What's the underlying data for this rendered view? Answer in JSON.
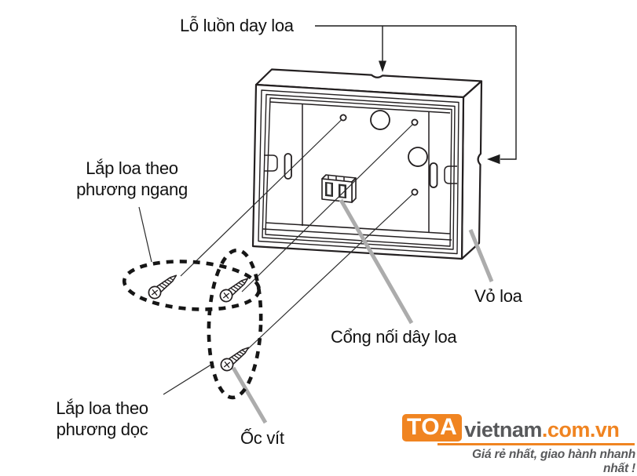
{
  "diagram": {
    "labels": {
      "wire_hole": "Lỗ luồn day loa",
      "mount_horizontal_line1": "Lắp loa theo",
      "mount_horizontal_line2": "phương ngang",
      "mount_vertical_line1": "Lắp loa theo",
      "mount_vertical_line2": "phương dọc",
      "screws": "Ốc vít",
      "wire_connector": "Cổng nối dây loa",
      "shell": "Vỏ loa"
    }
  },
  "branding": {
    "logo_prefix": "TOA",
    "logo_name": "vietnam",
    "logo_domain": ".com.vn",
    "tagline": "Giá rẻ nhất, giao hành nhanh nhất !",
    "colors": {
      "orange": "#F08421",
      "gray": "#58595B",
      "line_gray": "#ACACAC",
      "ink": "#231F20"
    }
  }
}
